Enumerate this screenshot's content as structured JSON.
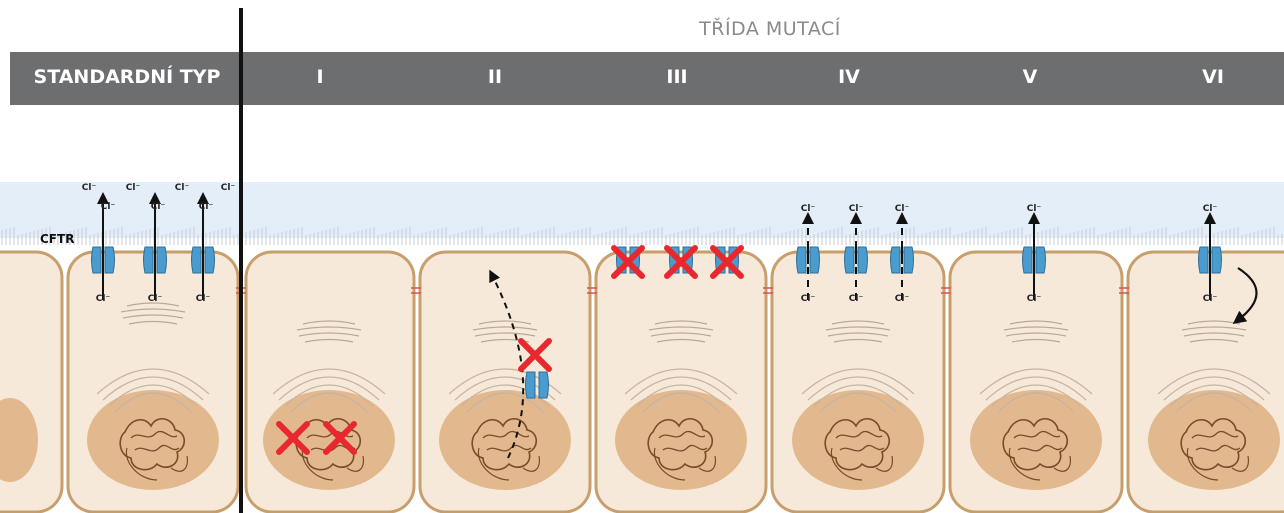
{
  "title": "TŘÍDA MUTACÍ",
  "headers": [
    {
      "id": "standard",
      "label": "STANDARDNÍ TYP"
    },
    {
      "id": "I",
      "label": "I"
    },
    {
      "id": "II",
      "label": "II"
    },
    {
      "id": "III",
      "label": "III"
    },
    {
      "id": "IV",
      "label": "IV"
    },
    {
      "id": "V",
      "label": "V"
    },
    {
      "id": "VI",
      "label": "VI"
    }
  ],
  "protein_label": "CFTR",
  "ion_label": "Cl⁻",
  "colors": {
    "header_bar": "#6d6e70",
    "extracellular": "#e3eef8",
    "cell_fill": "#f7e9da",
    "cell_border": "#c79f6d",
    "nucleus": "#e2b98e",
    "channel": "#4a9ccf",
    "mutation_cross": "#e8282e"
  },
  "icons": [
    "cftr-channel-icon",
    "mutation-x-icon",
    "dna-strand-icon",
    "chloride-arrow-icon"
  ]
}
